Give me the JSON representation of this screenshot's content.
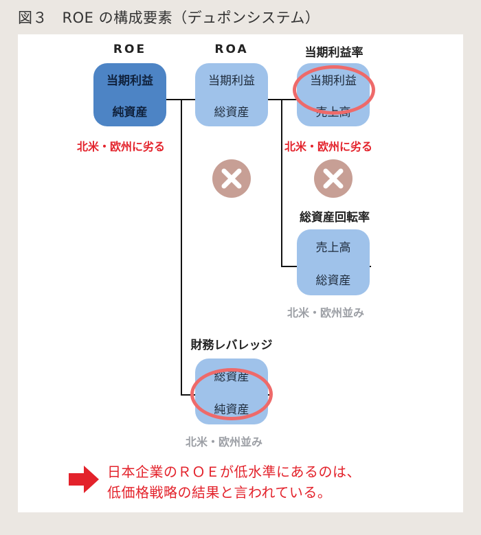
{
  "figure": {
    "title": "図３　ROE の構成要素（デュポンシステム）"
  },
  "nodes": {
    "roe": {
      "header": "ROE",
      "top": "当期利益",
      "bottom": "純資産",
      "note": "北米・欧州に劣る"
    },
    "roa": {
      "header": "ROA",
      "top": "当期利益",
      "bottom": "総資産"
    },
    "margin": {
      "header": "当期利益率",
      "top": "当期利益",
      "bottom": "売上高",
      "note": "北米・欧州に劣る"
    },
    "turnover": {
      "header": "総資産回転率",
      "top": "売上高",
      "bottom": "総資産",
      "note": "北米・欧州並み"
    },
    "leverage": {
      "header": "財務レバレッジ",
      "top": "総資産",
      "bottom": "純資産",
      "note": "北米・欧州並み"
    }
  },
  "conclusion": {
    "line1": "日本企業のＲＯＥが低水準にあるのは、",
    "line2": "低価格戦略の結果と言われている。"
  },
  "colors": {
    "dark_box": "#4d84c5",
    "light_box": "#9fc2ea",
    "accent_red": "#e3222b",
    "ring": "#ee6a6a",
    "multiply": "#c79f95"
  }
}
